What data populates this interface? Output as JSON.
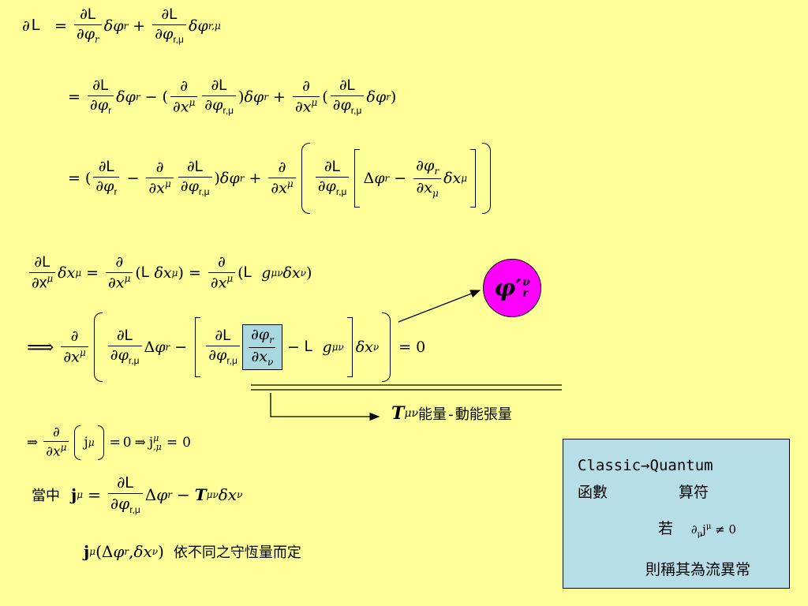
{
  "symbols": {
    "partial": "∂",
    "delta": "δ",
    "Delta": "Δ",
    "phi": "φ",
    "L": "L",
    "x": "x",
    "g": "g",
    "T": "T",
    "j": "j",
    "plus": "+",
    "minus": "−",
    "equals": "=",
    "implies": "⟹",
    "implies2": "⇒",
    "neq": "≠",
    "zero": "0",
    "comma": ",",
    "lparen": "(",
    "rparen": ")",
    "sub_r": "r",
    "sub_r_mu": "r,μ",
    "sub_r_mu_up": "r,μ",
    "sub_mu": "μ",
    "sup_mu": "μ",
    "sup_munu": "μν",
    "sub_nu": "ν",
    "sub_comma_mu": ",μ"
  },
  "labels": {
    "energy_tensor": "能量-動能張量",
    "where": "當中",
    "depends": "依不同之守恆量而定",
    "phi_prime": "φ′",
    "phi_prime_sup": "ν",
    "phi_prime_sub": "r"
  },
  "note_box": {
    "line1": "Classic→Quantum",
    "line2_left": "函數",
    "line2_right": "算符",
    "line3_prefix": "若",
    "line3_expr": "∂",
    "line3_sub": "μ",
    "line3_j": "j",
    "line3_sup": "μ",
    "line3_neq": "≠",
    "line3_zero": "0",
    "line4": "則稱其為流異常"
  }
}
